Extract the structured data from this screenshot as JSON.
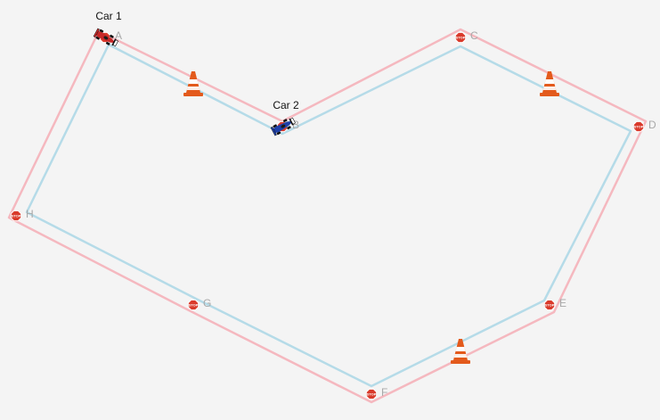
{
  "colors": {
    "background": "#f4f4f4",
    "outer_lane": "#f5b8bf",
    "inner_lane": "#b5dbe8",
    "stop_sign": "#d93a2b",
    "cone_orange": "#e35a1c",
    "cone_stripe": "#ffffff",
    "car1_color": "#c62828",
    "car2_color": "#1e3fa8",
    "node_label_color": "#a8a8a8"
  },
  "track": {
    "nodes": [
      {
        "id": "A",
        "label": "A",
        "has_stop_sign": true
      },
      {
        "id": "B",
        "label": "B",
        "has_stop_sign": true
      },
      {
        "id": "C",
        "label": "C",
        "has_stop_sign": true
      },
      {
        "id": "D",
        "label": "D",
        "has_stop_sign": true
      },
      {
        "id": "E",
        "label": "E",
        "has_stop_sign": true
      },
      {
        "id": "F",
        "label": "F",
        "has_stop_sign": true
      },
      {
        "id": "G",
        "label": "G",
        "has_stop_sign": true
      },
      {
        "id": "H",
        "label": "H",
        "has_stop_sign": true
      }
    ],
    "cones_between": [
      [
        "A",
        "B"
      ],
      [
        "C",
        "D"
      ],
      [
        "E",
        "F"
      ]
    ],
    "stop_sign_text": "STOP"
  },
  "cars": [
    {
      "id": "car1",
      "label": "Car 1",
      "at_node": "A",
      "color_key": "car1_color",
      "icon": "race-car-icon"
    },
    {
      "id": "car2",
      "label": "Car 2",
      "at_node": "B",
      "color_key": "car2_color",
      "icon": "race-car-icon"
    }
  ]
}
